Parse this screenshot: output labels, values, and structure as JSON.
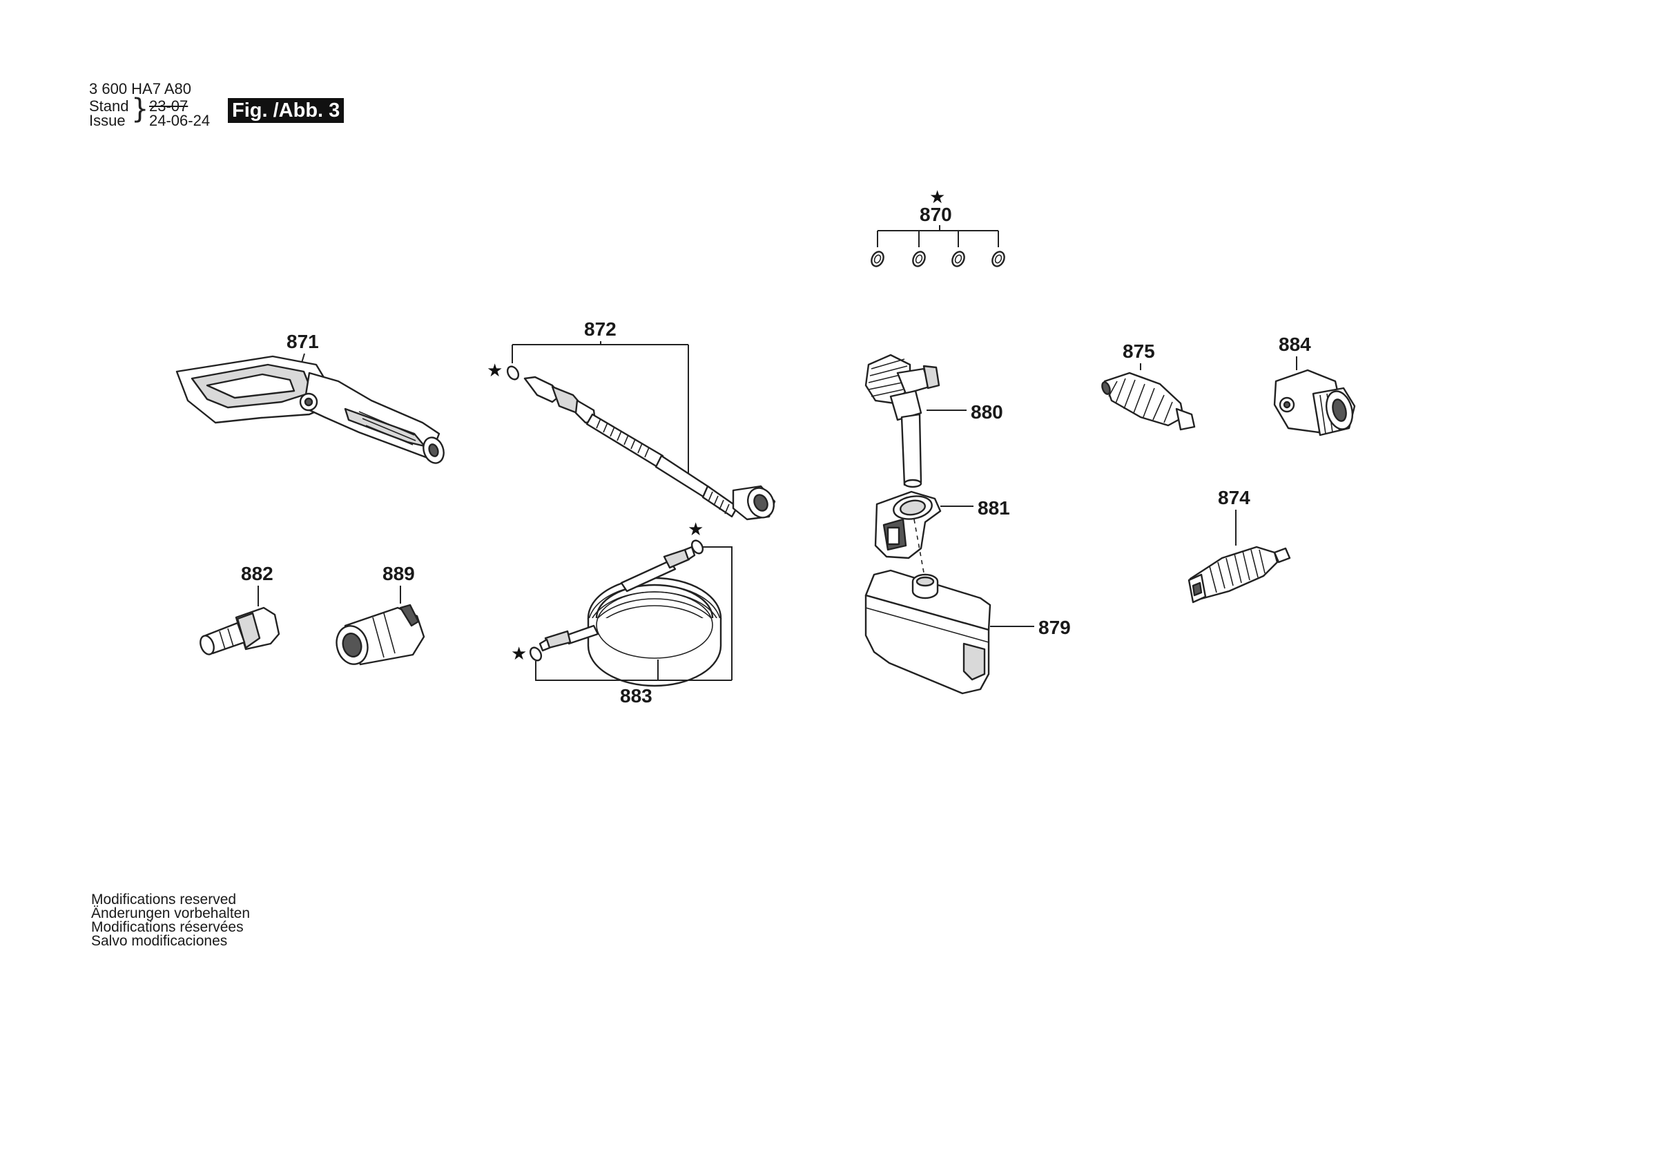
{
  "header": {
    "doc_number": "3 600 HA7 A80",
    "stand_label": "Stand",
    "issue_label": "Issue",
    "old_date": "23-07",
    "issue_date": "24-06-24",
    "figure_label": "Fig. /Abb. 3"
  },
  "footer": {
    "lines": [
      "Modifications reserved",
      "Änderungen vorbehalten",
      "Modifications réservées",
      "Salvo modificaciones"
    ]
  },
  "parts": {
    "p870": "870",
    "p871": "871",
    "p872": "872",
    "p874": "874",
    "p875": "875",
    "p879": "879",
    "p880": "880",
    "p881": "881",
    "p882": "882",
    "p883": "883",
    "p884": "884",
    "p889": "889"
  },
  "star_symbol": "★"
}
